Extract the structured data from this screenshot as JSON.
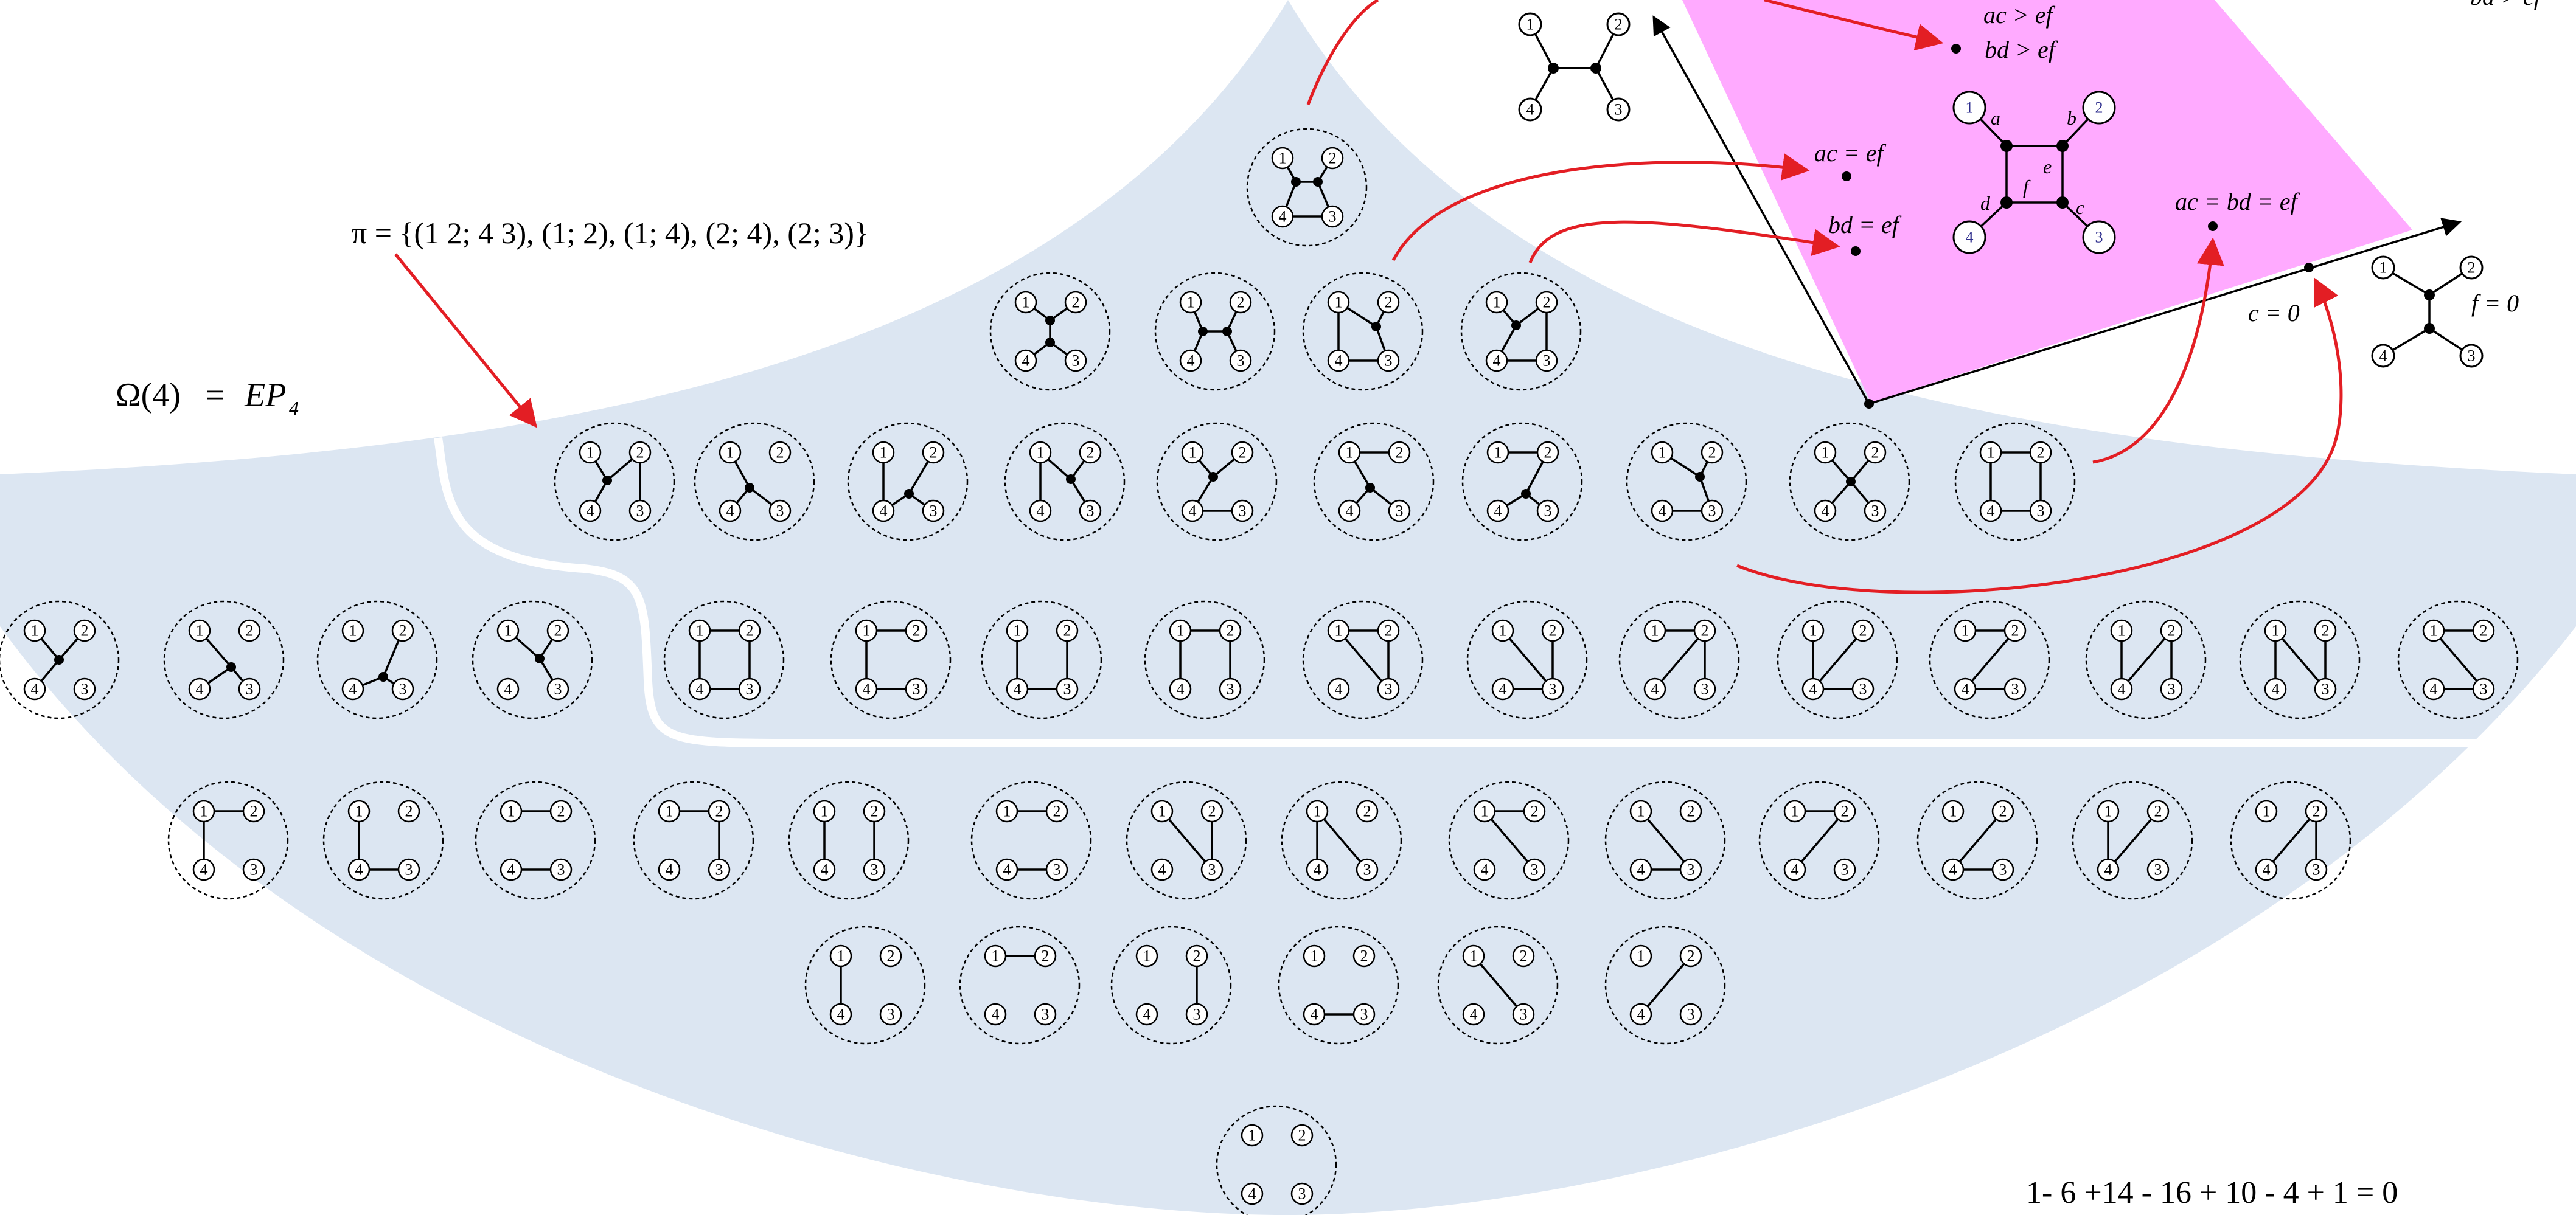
{
  "title": {
    "lhs": "Ω(4)",
    "eq": "=",
    "rhs": "EP",
    "sub": "4"
  },
  "pi_label": "π = {(1 2; 4 3), (1; 2), (1; 4), (2; 4), (2; 3)}",
  "euler_relation": "1- 6 +14 - 16 + 10 - 4 + 1 = 0",
  "vertex_labels": [
    "1",
    "2",
    "3",
    "4"
  ],
  "region_labels": {
    "top": [
      "ac > ef",
      "bd > ef"
    ],
    "top_right_cut": "bd > ef",
    "ac_eq": "ac = ef",
    "bd_eq": "bd = ef",
    "all_eq": "ac = bd = ef",
    "c_zero": "c = 0",
    "f_zero": "f = 0"
  },
  "edge_labels": [
    "a",
    "b",
    "c",
    "d",
    "e",
    "f"
  ],
  "colors": {
    "band": "#dce6f2",
    "cone": "#ffaaff",
    "arrow": "#e31e24",
    "white_path": "#ffffff"
  },
  "rows": [
    {
      "count": 1
    },
    {
      "count": 4
    },
    {
      "count": 10
    },
    {
      "count": 16
    },
    {
      "count": 14
    },
    {
      "count": 6
    },
    {
      "count": 1
    }
  ]
}
